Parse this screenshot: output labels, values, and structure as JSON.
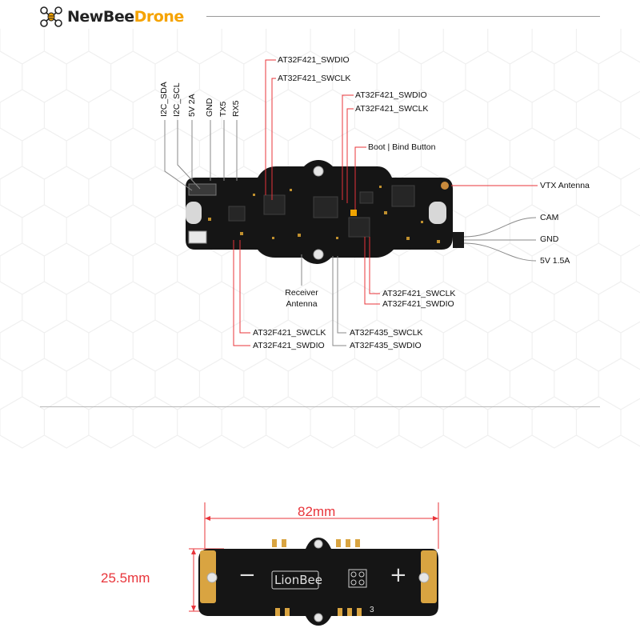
{
  "brand": {
    "name_part1": "NewBee",
    "name_part2": "Drone",
    "logo_icon": "quadcopter-icon",
    "accent_color": "#f5a300"
  },
  "colors": {
    "leader_red": "#e8343a",
    "leader_gray": "#8a8a8a",
    "board_black": "#151515",
    "dimension_red": "#e8343a"
  },
  "top_pins": [
    "I2C_SDA",
    "I2C_SCL",
    "5V 2A",
    "GND",
    "TX5",
    "RX5"
  ],
  "labels": {
    "top1_swdio": "AT32F421_SWDIO",
    "top1_swclk": "AT32F421_SWCLK",
    "top2_swdio": "AT32F421_SWDIO",
    "top2_swclk": "AT32F421_SWCLK",
    "boot": "Boot | Bind Button",
    "vtx": "VTX Antenna",
    "cam": "CAM",
    "gnd": "GND",
    "power": "5V 1.5A",
    "receiver_line1": "Receiver",
    "receiver_line2": "Antenna",
    "br_swclk": "AT32F421_SWCLK",
    "br_swdio": "AT32F421_SWDIO",
    "bl_swclk": "AT32F421_SWCLK",
    "bl_swdio": "AT32F421_SWDIO",
    "f435_swclk": "AT32F435_SWCLK",
    "f435_swdio": "AT32F435_SWDIO"
  },
  "dimensions": {
    "length": "82mm",
    "width": "25.5mm"
  },
  "back_side": {
    "silk_text": "LionBee",
    "minus": "−",
    "plus": "+",
    "pad_number": "3"
  }
}
